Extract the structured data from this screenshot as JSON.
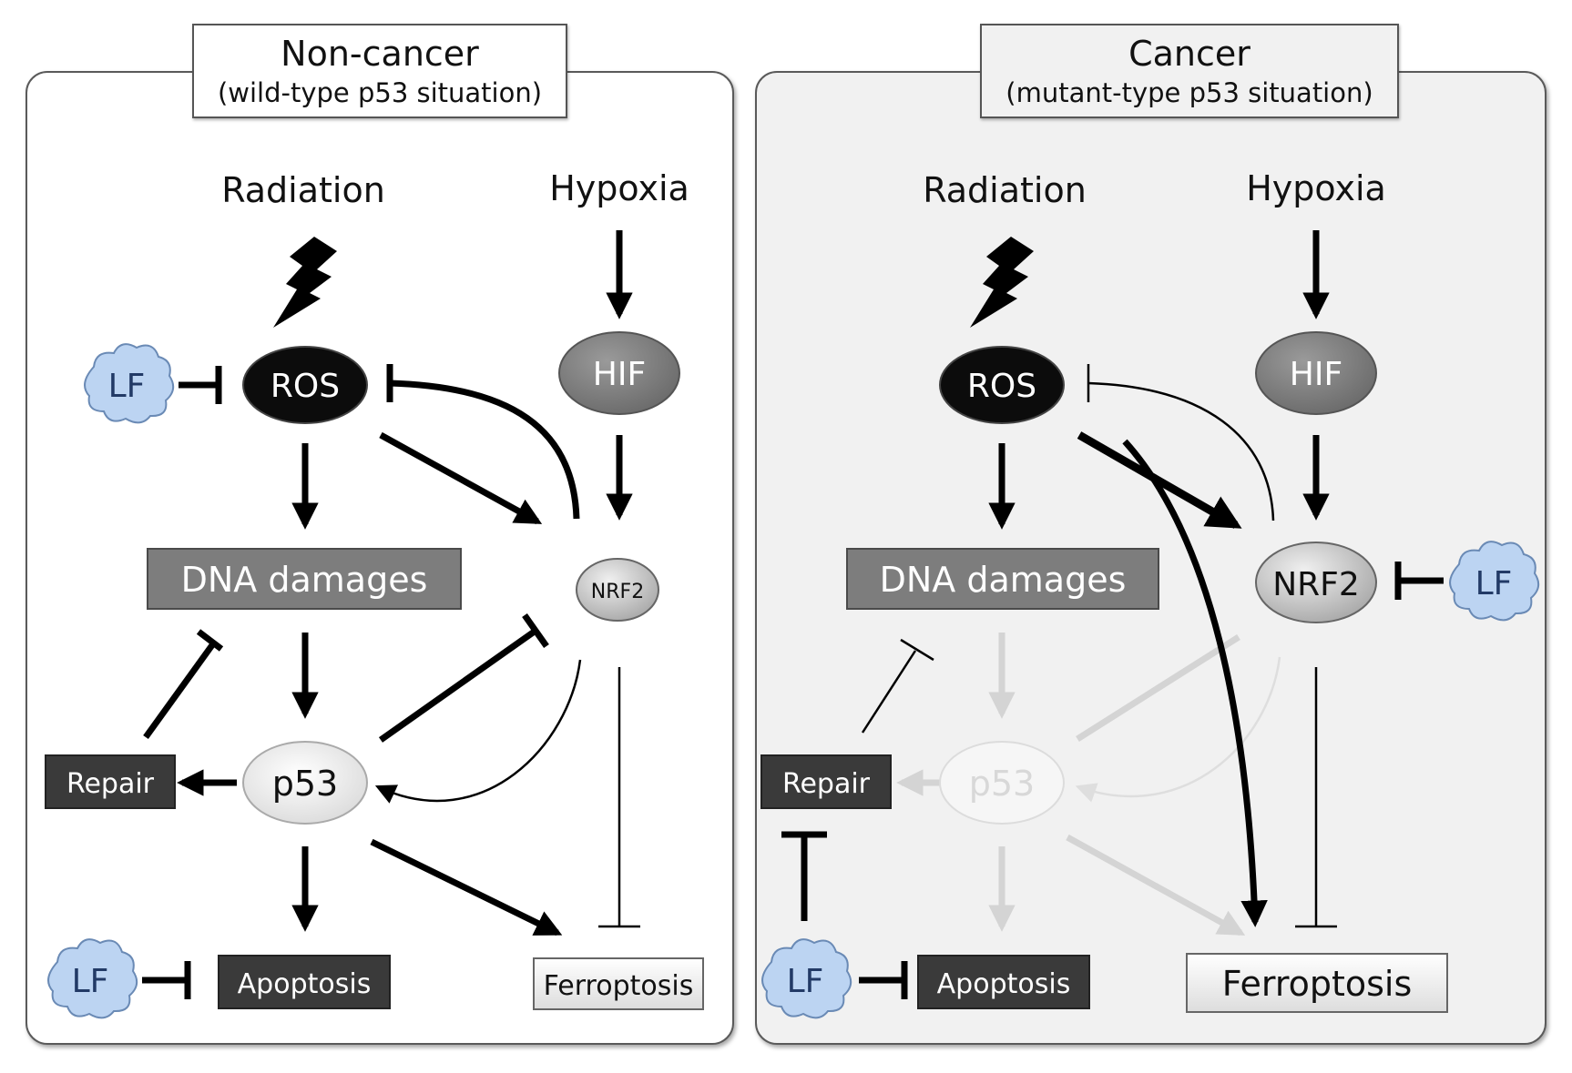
{
  "panels": {
    "left": {
      "title": "Non-cancer",
      "subtitle": "(wild-type p53 situation)",
      "radiation": "Radiation",
      "hypoxia": "Hypoxia",
      "ros": "ROS",
      "hif": "HIF",
      "nrf2": "NRF2",
      "dna": "DNA damages",
      "p53": "p53",
      "repair": "Repair",
      "apoptosis": "Apoptosis",
      "ferroptosis": "Ferroptosis",
      "lf": "LF"
    },
    "right": {
      "title": "Cancer",
      "subtitle": "(mutant-type p53 situation)",
      "radiation": "Radiation",
      "hypoxia": "Hypoxia",
      "ros": "ROS",
      "hif": "HIF",
      "nrf2": "NRF2",
      "dna": "DNA damages",
      "p53": "p53",
      "repair": "Repair",
      "apoptosis": "Apoptosis",
      "ferroptosis": "Ferroptosis",
      "lf": "LF"
    }
  },
  "colors": {
    "ros_fill": "#0c0c0c",
    "hif_fill": "#7a7a7a",
    "dna_fill": "#7d7d7d",
    "dark_box": "#3a3a3a",
    "lf_fill": "#bcd4f2",
    "faded": "#d4d4d4",
    "right_bg": "#f1f1f1"
  }
}
